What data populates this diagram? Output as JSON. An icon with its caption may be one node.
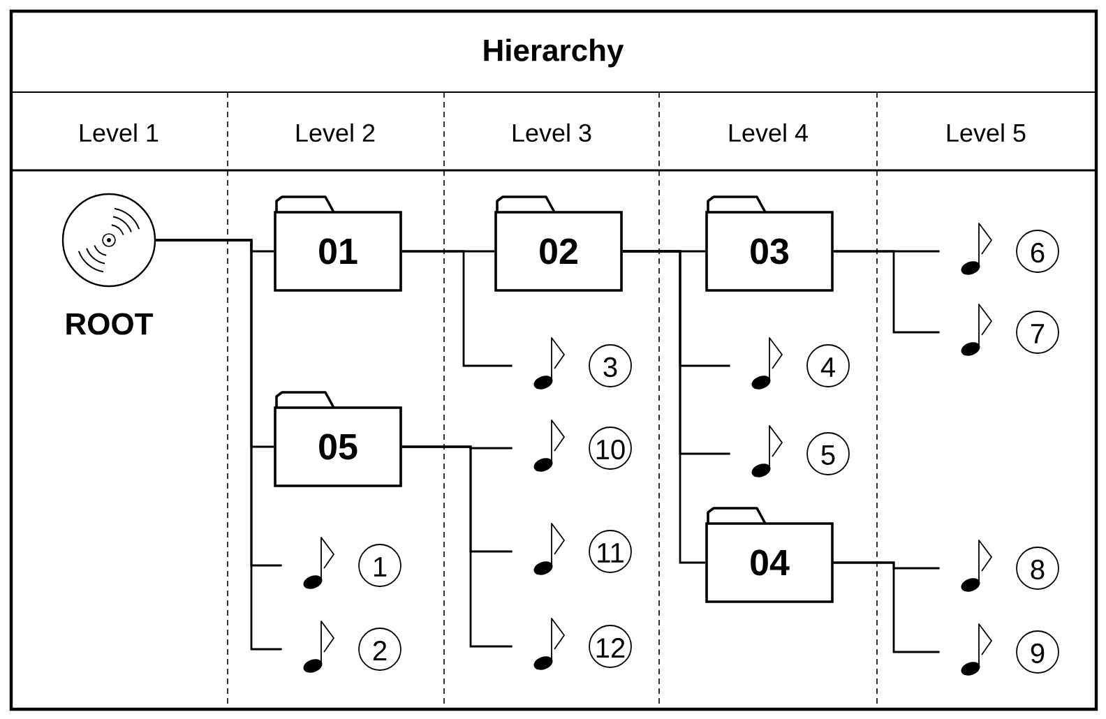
{
  "diagram": {
    "title": "Hierarchy",
    "nodes": [
      {
        "text": [],
        "shape": "circle",
        "beside": [
          "ROOT"
        ]
      },
      {
        "text": [
          "01"
        ]
      },
      {
        "text": [
          "02"
        ]
      },
      {
        "text": [
          "03"
        ]
      },
      {
        "text": [
          "6"
        ]
      },
      {
        "text": [
          "7"
        ]
      },
      {
        "text": [
          "3"
        ]
      },
      {
        "text": [
          "4"
        ]
      },
      {
        "text": [
          "05"
        ]
      },
      {
        "text": [
          "10"
        ]
      },
      {
        "text": [
          "5"
        ]
      },
      {
        "text": [
          "04"
        ]
      },
      {
        "text": [
          "1"
        ]
      },
      {
        "text": [
          "11"
        ]
      },
      {
        "text": [
          "8"
        ]
      },
      {
        "text": [
          "2"
        ]
      },
      {
        "text": [
          "12"
        ]
      },
      {
        "text": [
          "9"
        ]
      }
    ],
    "edges": [
      {
        "from": 0,
        "to": 1,
        "arrow": "none"
      },
      {
        "from": 0,
        "to": 8,
        "arrow": "none"
      },
      {
        "from": 0,
        "to": 12,
        "arrow": "none"
      },
      {
        "from": 0,
        "to": 15,
        "arrow": "none"
      },
      {
        "from": 1,
        "to": 2,
        "arrow": "none"
      },
      {
        "from": 1,
        "to": 6,
        "arrow": "none"
      },
      {
        "from": 2,
        "to": 3,
        "arrow": "none"
      },
      {
        "from": 2,
        "to": 7,
        "arrow": "none"
      },
      {
        "from": 2,
        "to": 10,
        "arrow": "none"
      },
      {
        "from": 2,
        "to": 11,
        "arrow": "none"
      },
      {
        "from": 3,
        "to": 4,
        "arrow": "none"
      },
      {
        "from": 3,
        "to": 5,
        "arrow": "none"
      },
      {
        "from": 8,
        "to": 9,
        "arrow": "none"
      },
      {
        "from": 8,
        "to": 13,
        "arrow": "none"
      },
      {
        "from": 8,
        "to": 16,
        "arrow": "none"
      },
      {
        "from": 11,
        "to": 14,
        "arrow": "none"
      },
      {
        "from": 11,
        "to": 17,
        "arrow": "none"
      }
    ],
    "labels": [
      "Level 1",
      "Level 2",
      "Level 3",
      "Level 4",
      "Level 5"
    ]
  }
}
